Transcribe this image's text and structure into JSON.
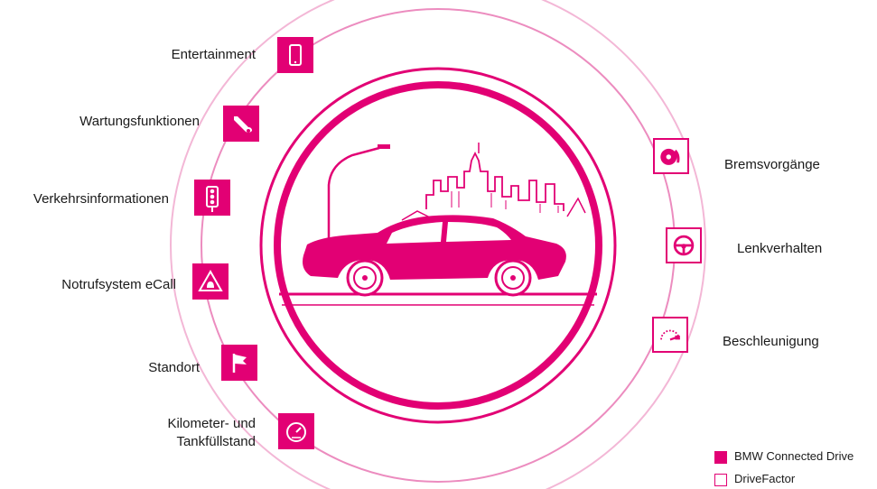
{
  "colors": {
    "magenta": "#e20074",
    "ring_light": "#f0a8cf",
    "ring_mid": "#e870b0"
  },
  "left_features": [
    {
      "label": "Entertainment",
      "icon": "smartphone-icon"
    },
    {
      "label": "Wartungsfunktionen",
      "icon": "wrench-icon"
    },
    {
      "label": "Verkehrsinformationen",
      "icon": "traffic-light-icon"
    },
    {
      "label": "Notrufsystem eCall",
      "icon": "warning-triangle-icon"
    },
    {
      "label": "Standort",
      "icon": "flag-icon"
    },
    {
      "label_line1": "Kilometer- und",
      "label_line2": "Tankfüllstand",
      "icon": "gauge-icon"
    }
  ],
  "right_features": [
    {
      "label": "Bremsvorgänge",
      "icon": "brake-disc-icon"
    },
    {
      "label": "Lenkverhalten",
      "icon": "steering-wheel-icon"
    },
    {
      "label": "Beschleunigung",
      "icon": "speedometer-icon"
    }
  ],
  "legend": {
    "items": [
      {
        "label": "BMW Connected Drive",
        "style": "filled"
      },
      {
        "label": "DriveFactor",
        "style": "outline"
      }
    ]
  }
}
